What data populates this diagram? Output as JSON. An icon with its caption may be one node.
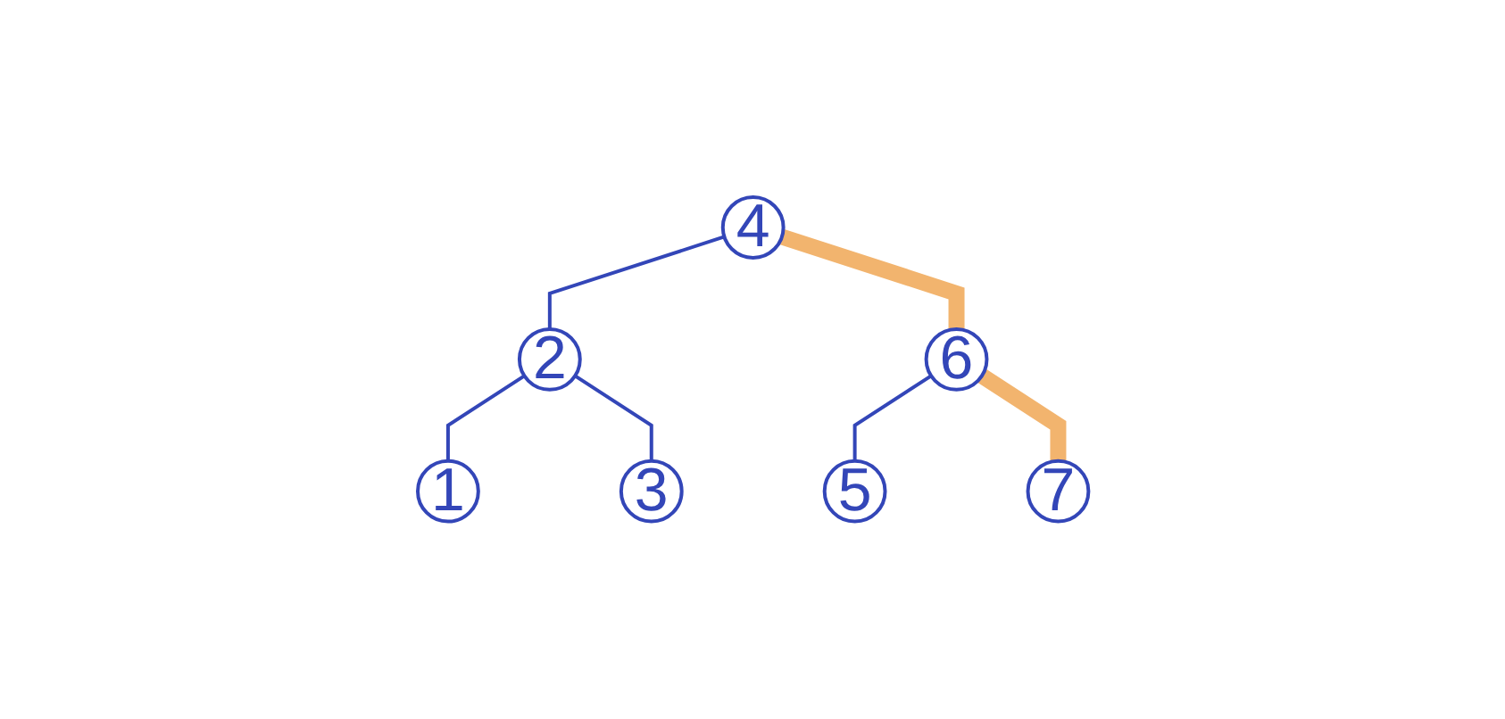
{
  "diagram": {
    "nodes": [
      {
        "text": [
          "4"
        ]
      },
      {
        "text": [
          "2"
        ]
      },
      {
        "text": [
          "6"
        ]
      },
      {
        "text": [
          "1"
        ]
      },
      {
        "text": [
          "3"
        ]
      },
      {
        "text": [
          "5"
        ]
      },
      {
        "text": [
          "7"
        ]
      }
    ],
    "edges": [
      {
        "from": 0,
        "to": 1,
        "arrow": "none"
      },
      {
        "from": 0,
        "to": 2,
        "arrow": "none",
        "style": "thick",
        "color": "#f2b46e"
      },
      {
        "from": 1,
        "to": 3,
        "arrow": "none"
      },
      {
        "from": 1,
        "to": 4,
        "arrow": "none"
      },
      {
        "from": 2,
        "to": 5,
        "arrow": "none"
      },
      {
        "from": 2,
        "to": 6,
        "arrow": "none",
        "style": "thick",
        "color": "#f2b46e"
      }
    ]
  }
}
